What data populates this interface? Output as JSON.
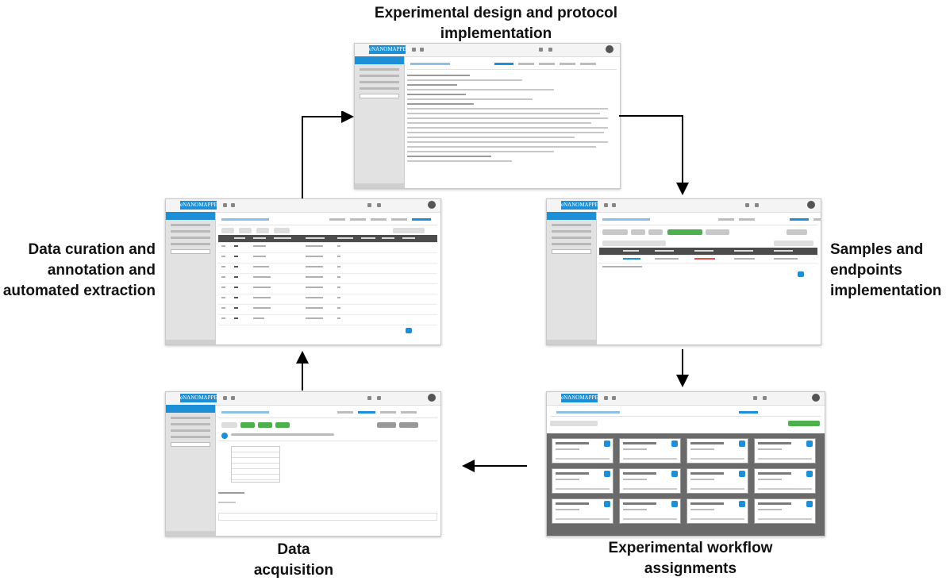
{
  "labels": {
    "design": [
      "Experimental design and protocol",
      "implementation"
    ],
    "samples": [
      "Samples and",
      "endpoints",
      "implementation"
    ],
    "workflow": [
      "Experimental workflow",
      "assignments"
    ],
    "acquisition": [
      "Data",
      "acquisition"
    ],
    "curation": [
      "Data curation and",
      "annotation and",
      "automated extraction"
    ]
  },
  "brand": {
    "name": "eNANOMAPPER",
    "color": "#1c8fd6"
  },
  "colors": {
    "accent": "#1c8fd6",
    "green": "#4cb04c",
    "arrow": "#000000",
    "panel": "#6a6a6a"
  },
  "icons": [
    "search-icon",
    "gear-icon",
    "user-avatar-icon",
    "edit-icon",
    "arrow-right-icon",
    "arrow-down-icon",
    "arrow-left-icon",
    "arrow-up-icon"
  ]
}
